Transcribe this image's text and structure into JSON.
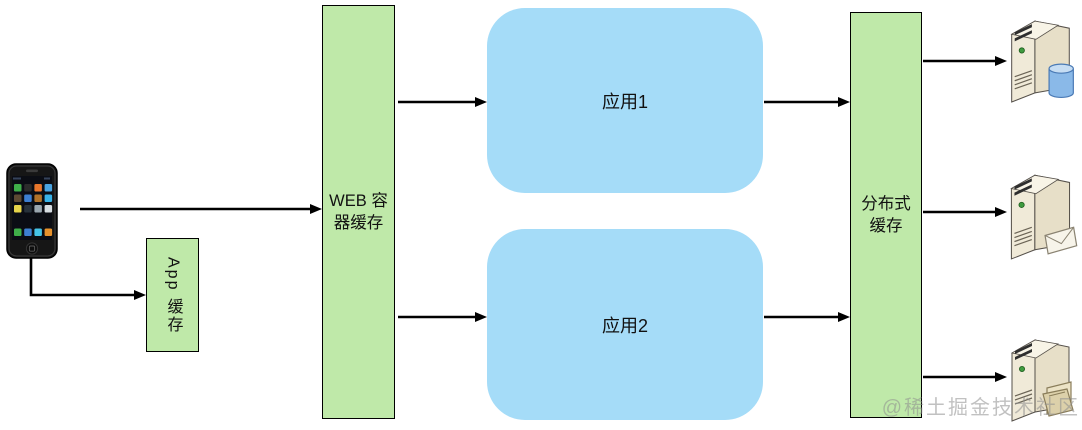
{
  "diagram": {
    "nodes": {
      "phone": {
        "icon": "smartphone-icon"
      },
      "app_cache": {
        "label": "App 缓存",
        "fill": "#bfe9a9",
        "border": "#000000"
      },
      "web_container_cache": {
        "label": "WEB 容器缓存",
        "lines": [
          "WEB 容",
          "器缓存"
        ],
        "fill": "#bfe9a9",
        "border": "#000000"
      },
      "app1": {
        "label": "应用1",
        "fill": "#a5dcf8"
      },
      "app2": {
        "label": "应用2",
        "fill": "#a5dcf8"
      },
      "distributed_cache": {
        "label": "分布式缓存",
        "lines": [
          "分布式",
          "缓存"
        ],
        "fill": "#bfe9a9",
        "border": "#000000"
      },
      "servers": [
        {
          "icon": "database-server-icon"
        },
        {
          "icon": "mail-server-icon"
        },
        {
          "icon": "file-server-icon"
        }
      ]
    },
    "edges": [
      {
        "from": "phone",
        "to": "web_container_cache"
      },
      {
        "from": "phone",
        "to": "app_cache"
      },
      {
        "from": "web_container_cache",
        "to": "app1"
      },
      {
        "from": "web_container_cache",
        "to": "app2"
      },
      {
        "from": "app1",
        "to": "distributed_cache"
      },
      {
        "from": "app2",
        "to": "distributed_cache"
      },
      {
        "from": "distributed_cache",
        "to": "database-server"
      },
      {
        "from": "distributed_cache",
        "to": "mail-server"
      },
      {
        "from": "distributed_cache",
        "to": "file-server"
      }
    ],
    "arrow_color": "#000000"
  },
  "watermark": {
    "text": "@稀土掘金技术社区",
    "color": "#8f8f8f"
  }
}
